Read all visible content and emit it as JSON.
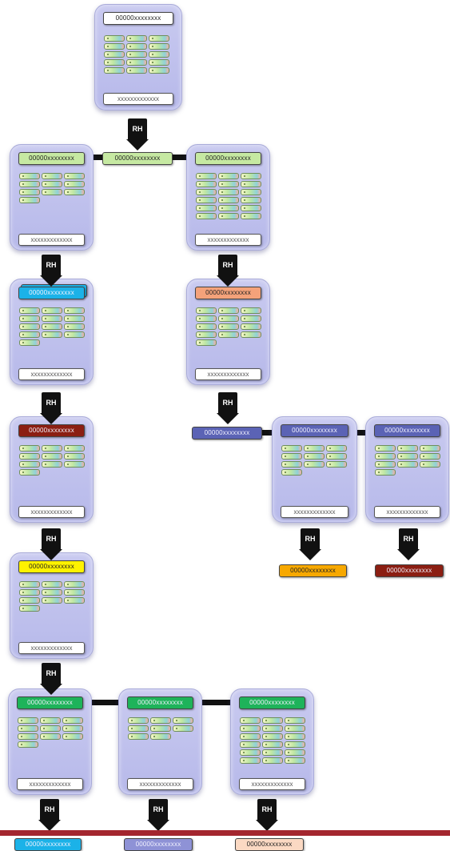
{
  "labels": {
    "code": "00000xxxxxxxx",
    "footer": "xxxxxxxxxxxxx",
    "rh": "RH"
  },
  "colors": {
    "card": "#c0c1ee",
    "white": "#ffffff",
    "light_green": "#c6e9a2",
    "blue": "#1bb2e8",
    "peach": "#f4a27a",
    "slate_blue": "#5b63b5",
    "dark_red": "#8b1e12",
    "yellow": "#fff200",
    "green": "#1eb35a",
    "orange": "#f7a800",
    "lavender": "#8e92d6",
    "light_peach": "#fbd9c3",
    "pill_gradient": [
      "#f6f6c8",
      "#bfe7a3",
      "#8fd2d8",
      "#f1b0a6"
    ]
  },
  "diagram": {
    "nodes": [
      {
        "id": "root",
        "header_color": "white",
        "pill_count": 15
      },
      {
        "id": "left-1",
        "header_color": "light_green",
        "pill_count": 10
      },
      {
        "id": "right-1",
        "header_color": "light_green",
        "pill_count": 18
      },
      {
        "id": "left-2",
        "header_color": "blue",
        "pill_count": 13
      },
      {
        "id": "right-2",
        "header_color": "peach",
        "pill_count": 13
      },
      {
        "id": "left-3",
        "header_color": "dark_red",
        "pill_count": 10
      },
      {
        "id": "right-3a",
        "header_color": "slate_blue",
        "pill_count": 10
      },
      {
        "id": "right-3b",
        "header_color": "slate_blue",
        "pill_count": 10
      },
      {
        "id": "left-4",
        "header_color": "yellow",
        "pill_count": 10
      },
      {
        "id": "bottom-a",
        "header_color": "green",
        "pill_count": 10
      },
      {
        "id": "bottom-b",
        "header_color": "green",
        "pill_count": 8
      },
      {
        "id": "bottom-c",
        "header_color": "green",
        "pill_count": 18
      }
    ],
    "floating_chips": [
      {
        "id": "chip-top",
        "color": "light_green"
      },
      {
        "id": "chip-right-branch",
        "color": "slate_blue"
      },
      {
        "id": "chip-orange",
        "color": "orange"
      },
      {
        "id": "chip-dark-red",
        "color": "dark_red"
      },
      {
        "id": "chip-blue",
        "color": "blue"
      },
      {
        "id": "chip-lavender",
        "color": "lavender"
      },
      {
        "id": "chip-light-peach",
        "color": "light_peach"
      }
    ]
  }
}
